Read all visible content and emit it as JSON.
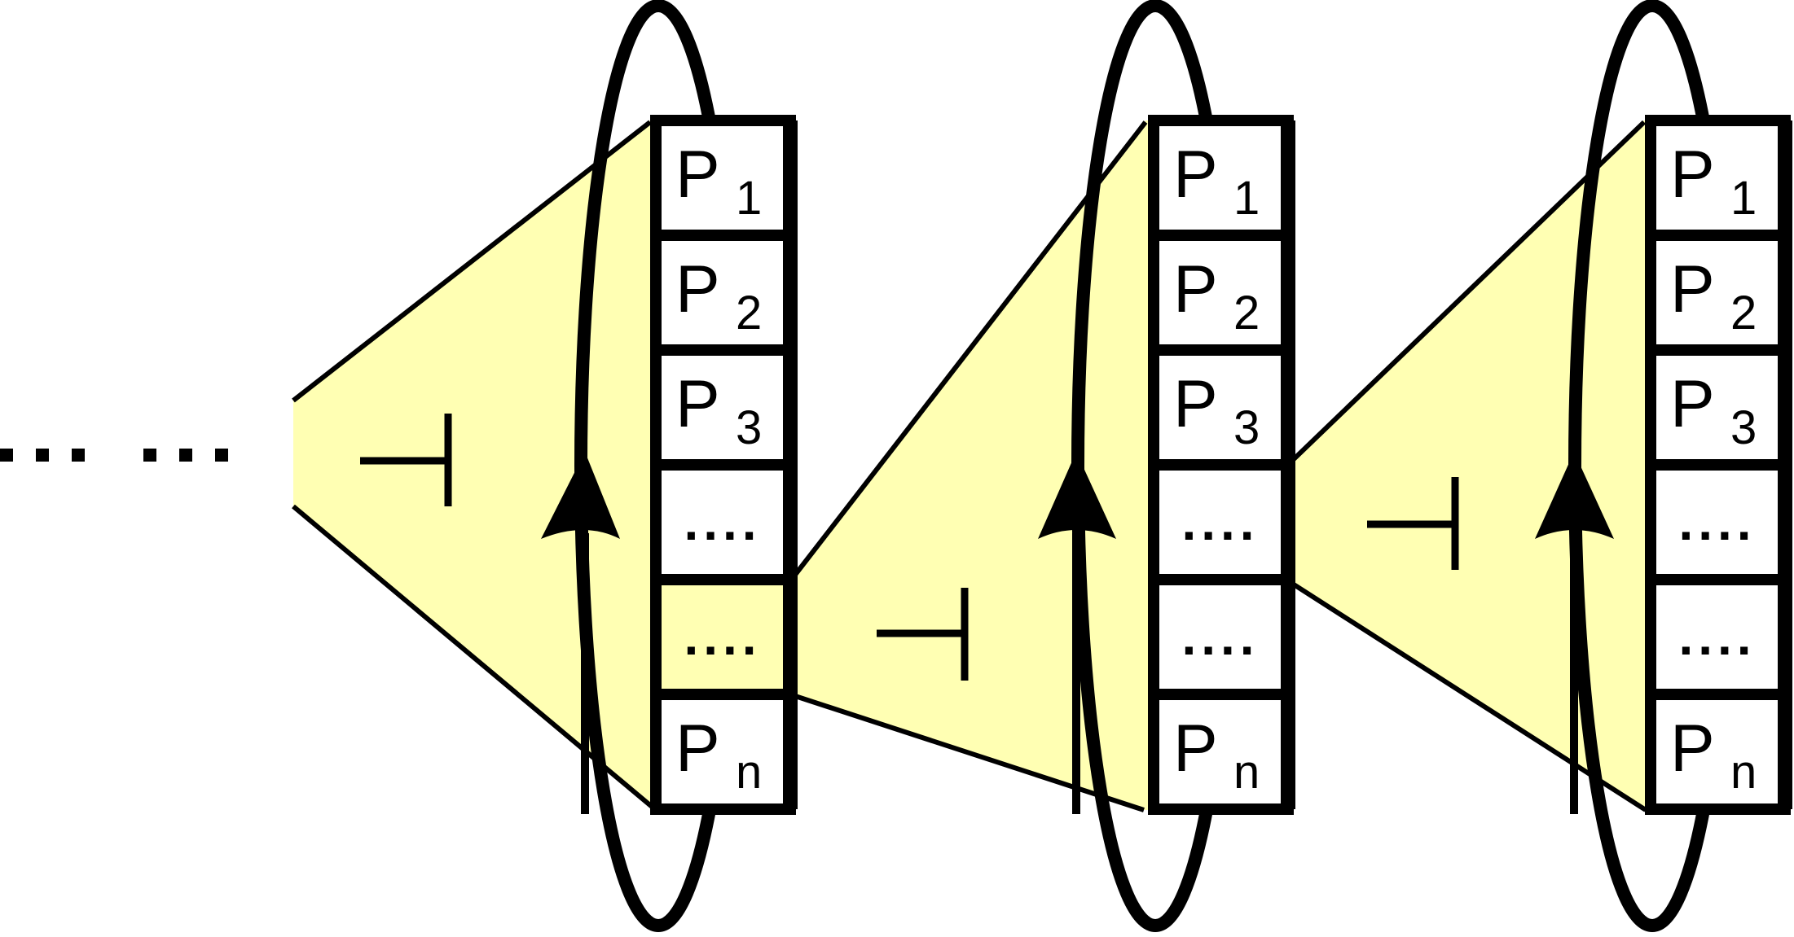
{
  "colors": {
    "highlight": "#ffffb3",
    "stroke": "#000000",
    "cell_fill": "#ffffff"
  },
  "leading_ellipsis": "...  ...",
  "turnstile_symbol": "⊣",
  "stacks": [
    {
      "highlighted_cell": 4,
      "cells": [
        {
          "main": "P",
          "sub": "1"
        },
        {
          "main": "P",
          "sub": "2"
        },
        {
          "main": "P",
          "sub": "3"
        },
        {
          "main": "....",
          "sub": ""
        },
        {
          "main": "....",
          "sub": ""
        },
        {
          "main": "P",
          "sub": "n"
        }
      ]
    },
    {
      "highlighted_cell": null,
      "cells": [
        {
          "main": "P",
          "sub": "1"
        },
        {
          "main": "P",
          "sub": "2"
        },
        {
          "main": "P",
          "sub": "3"
        },
        {
          "main": "....",
          "sub": ""
        },
        {
          "main": "....",
          "sub": ""
        },
        {
          "main": "P",
          "sub": "n"
        }
      ]
    },
    {
      "highlighted_cell": null,
      "cells": [
        {
          "main": "P",
          "sub": "1"
        },
        {
          "main": "P",
          "sub": "2"
        },
        {
          "main": "P",
          "sub": "3"
        },
        {
          "main": "....",
          "sub": ""
        },
        {
          "main": "....",
          "sub": ""
        },
        {
          "main": "P",
          "sub": "n"
        }
      ]
    }
  ]
}
